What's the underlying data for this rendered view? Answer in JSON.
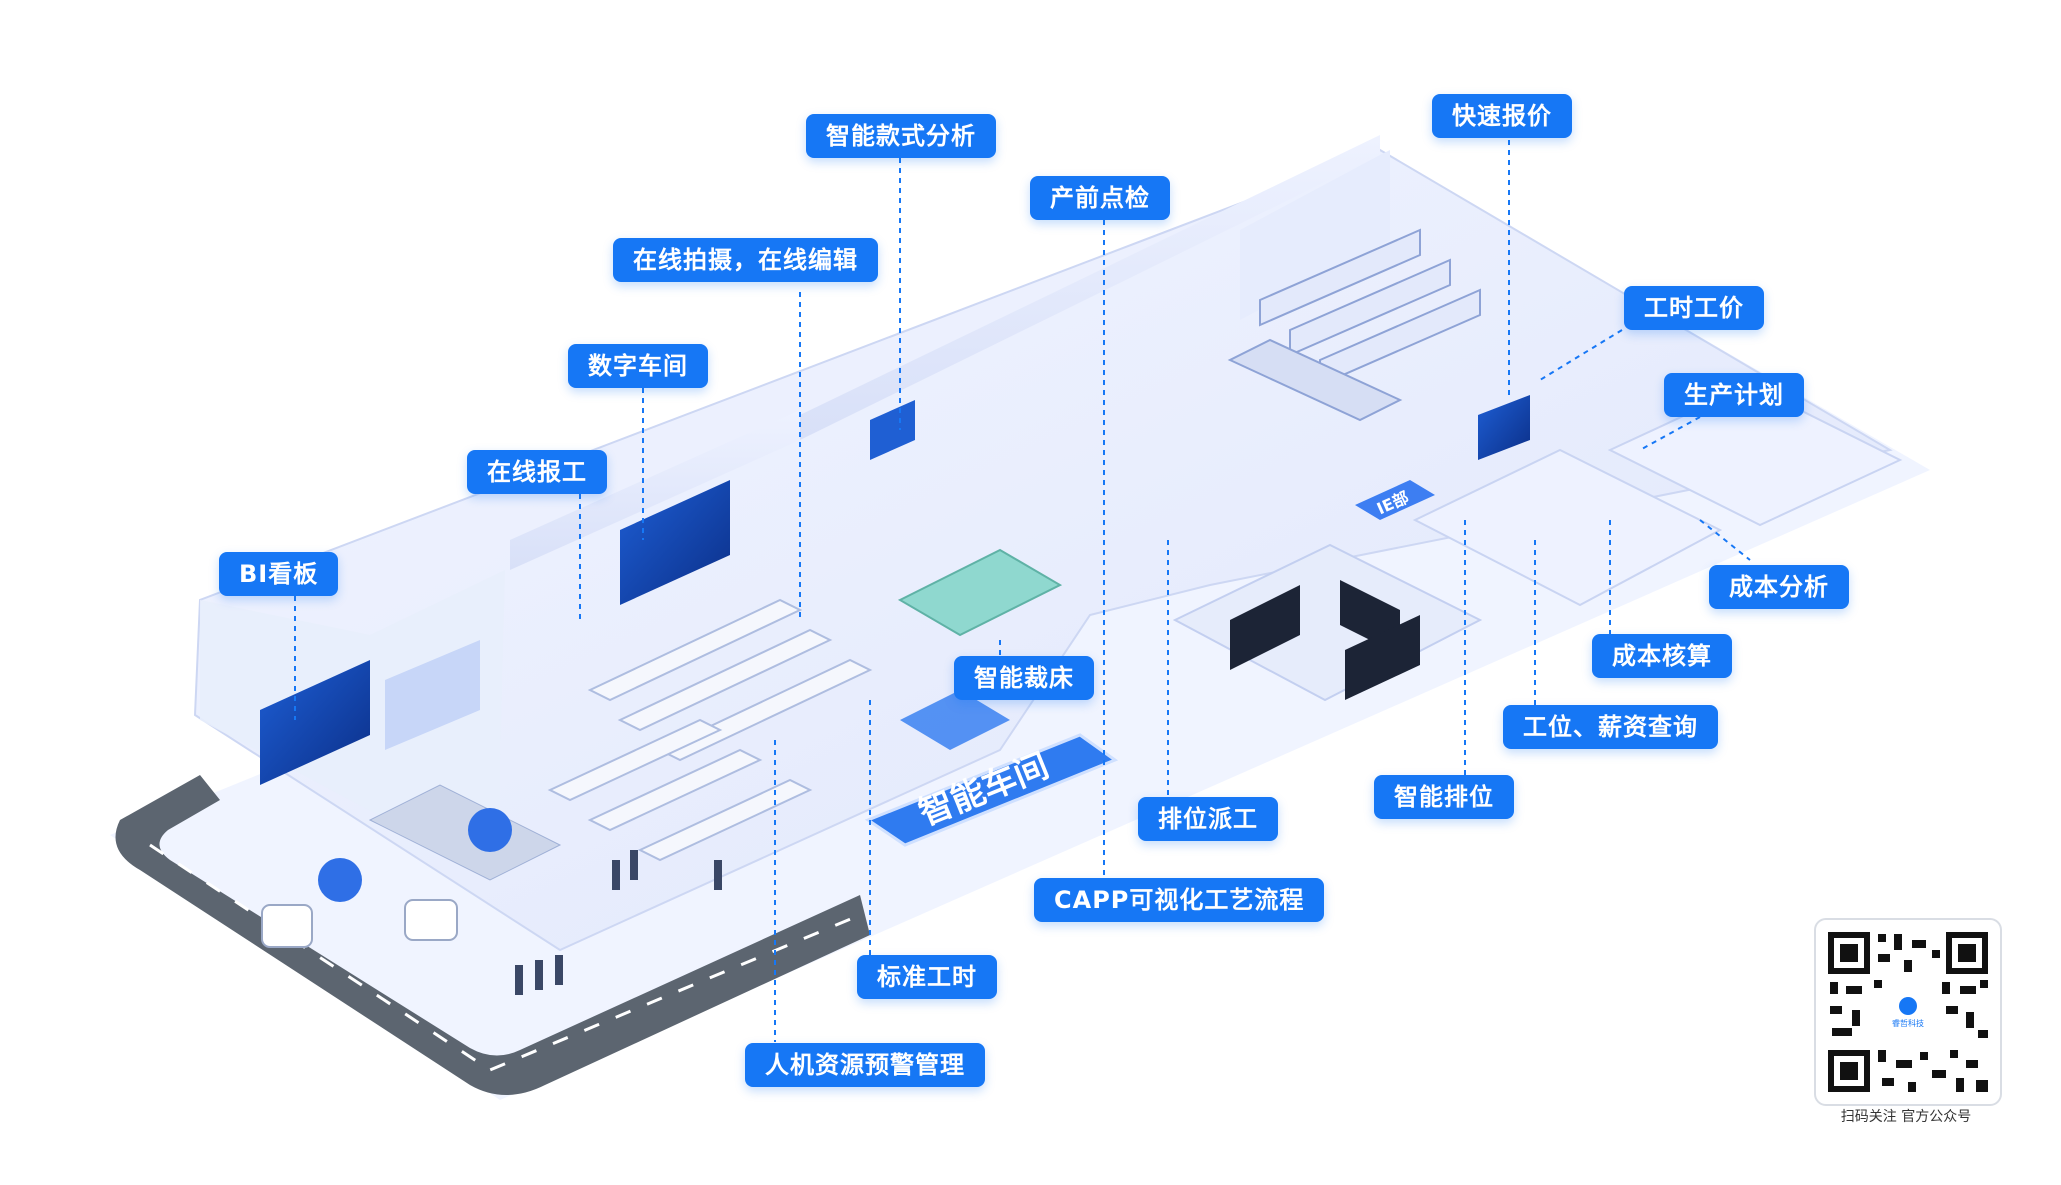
{
  "labels": {
    "bi_board": "BI看板",
    "online_report": "在线报工",
    "digital_workshop": "数字车间",
    "online_shoot_edit": "在线拍摄，在线编辑",
    "smart_style_analysis": "智能款式分析",
    "pre_production_check": "产前点检",
    "quick_quote": "快速报价",
    "work_time_price": "工时工价",
    "production_plan": "生产计划",
    "cost_analysis": "成本分析",
    "cost_accounting": "成本核算",
    "station_salary_query": "工位、薪资查询",
    "smart_scheduling": "智能排位",
    "dispatch": "排位派工",
    "capp_flow": "CAPP可视化工艺流程",
    "standard_time": "标准工时",
    "hr_warning": "人机资源预警管理",
    "smart_cutting": "智能裁床"
  },
  "floor_sign": "智能车间",
  "ie_sign": "IE部",
  "qr": {
    "caption": "扫码关注  官方公众号",
    "logo_text": "睿哲科技"
  }
}
